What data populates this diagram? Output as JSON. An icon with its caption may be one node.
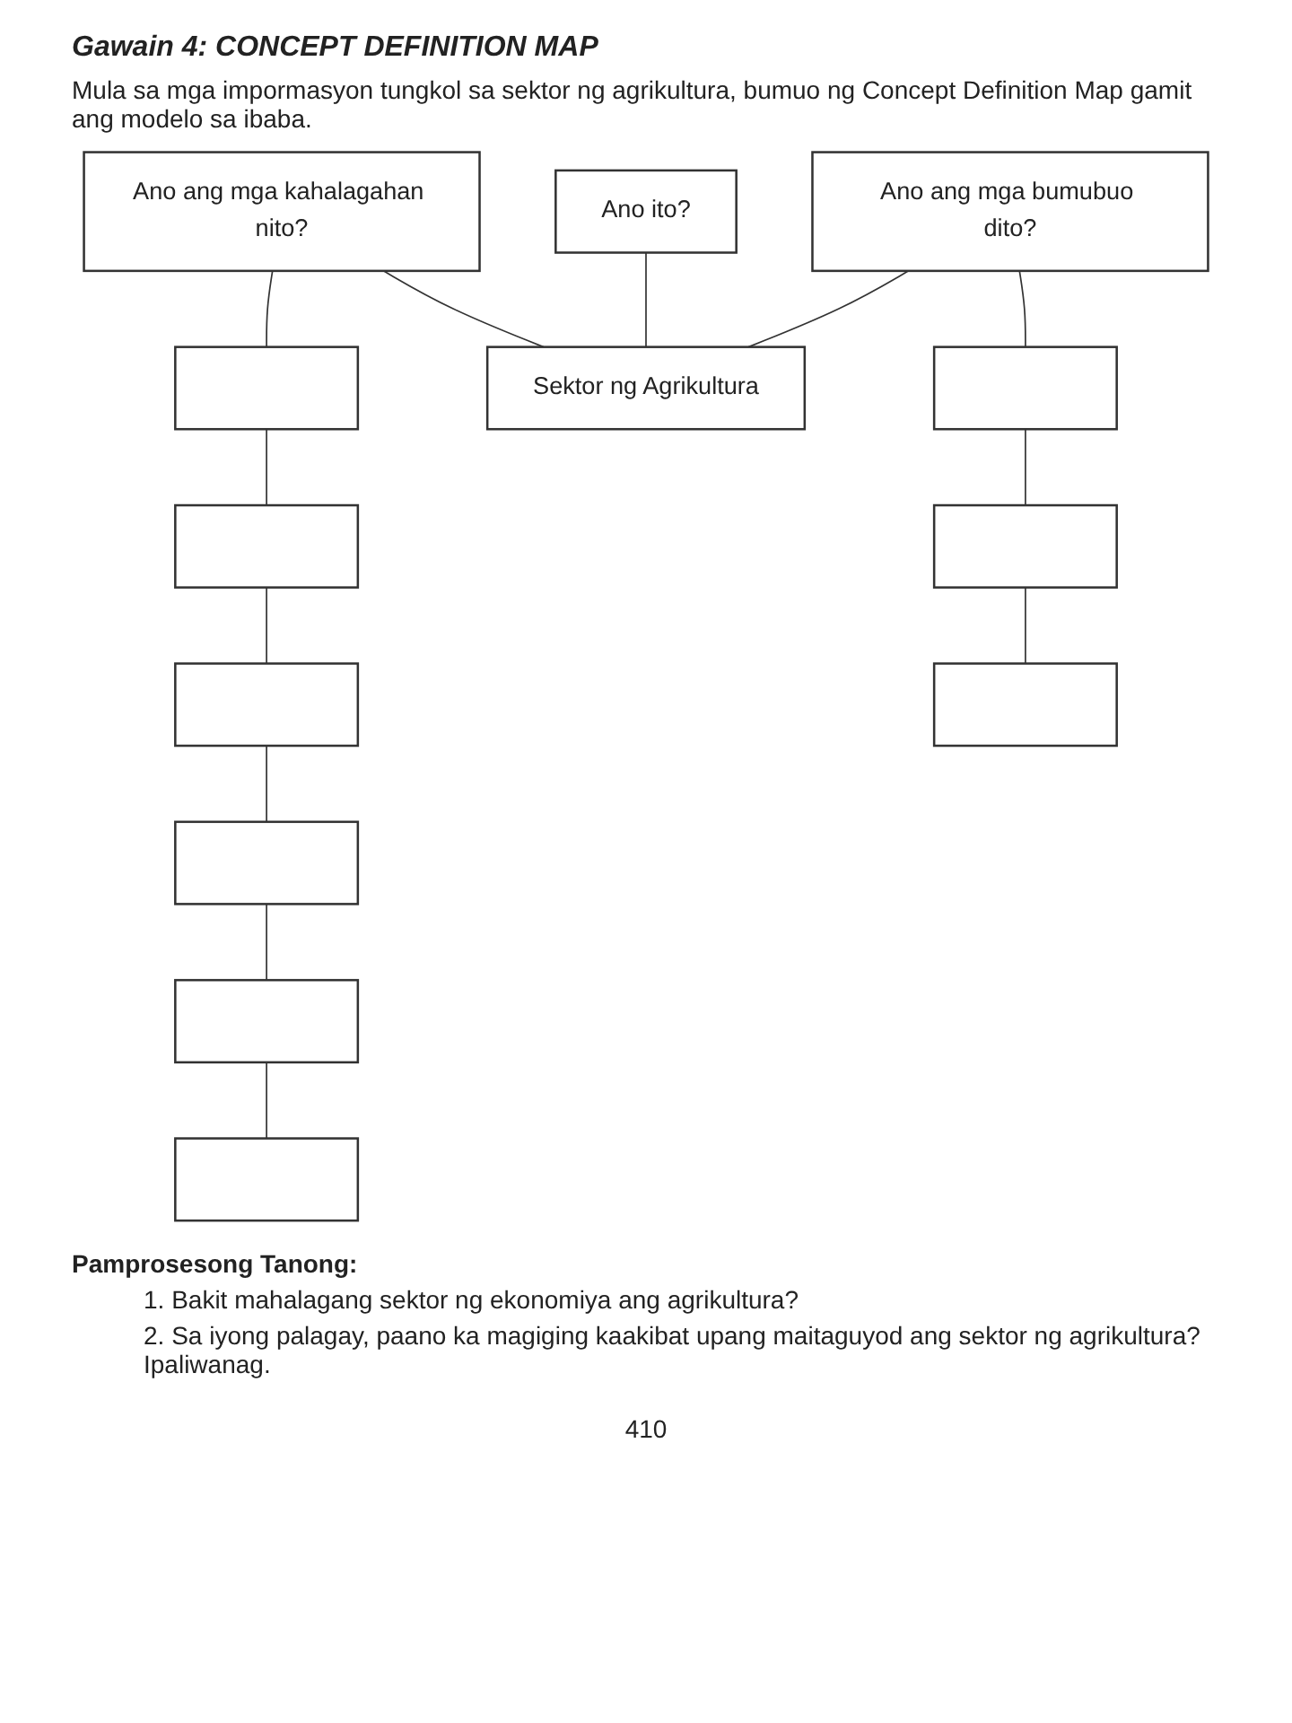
{
  "diagram": {
    "title": "Gawain 4: CONCEPT DEFINITION MAP",
    "nodes": [
      {
        "text": [
          "Ano ang mga kahalagahan nito?"
        ]
      },
      {
        "text": [
          "Ano ito?"
        ]
      },
      {
        "text": [
          "Ano ang mga bumubuo dito?"
        ]
      },
      {
        "text": [],
        "shape": "box"
      },
      {
        "text": [],
        "shape": "box"
      },
      {
        "text": [],
        "shape": "box"
      },
      {
        "text": [
          "Sektor ng Agrikultura"
        ]
      },
      {
        "text": [],
        "shape": "box"
      },
      {
        "text": [],
        "shape": "box"
      },
      {
        "text": [],
        "shape": "box"
      },
      {
        "text": [],
        "shape": "box"
      },
      {
        "text": [],
        "shape": "box"
      },
      {
        "text": [],
        "shape": "box"
      }
    ],
    "edges": [
      {
        "from": 0,
        "to": 6,
        "arrow": "none"
      },
      {
        "from": 1,
        "to": 6,
        "arrow": "none"
      },
      {
        "from": 2,
        "to": 6,
        "arrow": "none"
      },
      {
        "from": 0,
        "to": 3,
        "arrow": "none"
      },
      {
        "from": 3,
        "to": 4,
        "arrow": "none"
      },
      {
        "from": 4,
        "to": 5,
        "arrow": "none"
      },
      {
        "from": 5,
        "to": 10,
        "arrow": "none"
      },
      {
        "from": 10,
        "to": 11,
        "arrow": "none"
      },
      {
        "from": 11,
        "to": 12,
        "arrow": "none"
      },
      {
        "from": 2,
        "to": 7,
        "arrow": "none"
      },
      {
        "from": 7,
        "to": 8,
        "arrow": "none"
      },
      {
        "from": 8,
        "to": 9,
        "arrow": "none"
      }
    ],
    "labels": [
      "Mula sa mga impormasyon tungkol sa sektor ng agrikultura, bumuo ng Concept Definition Map gamit ang modelo sa ibaba.",
      "Pamprosesong Tanong:",
      "1. Bakit mahalagang sektor ng ekonomiya ang agrikultura?",
      "2. Sa iyong palagay, paano ka magiging kaakibat upang maitaguyod ang sektor ng agrikultura? Ipaliwanag.",
      "410"
    ]
  }
}
